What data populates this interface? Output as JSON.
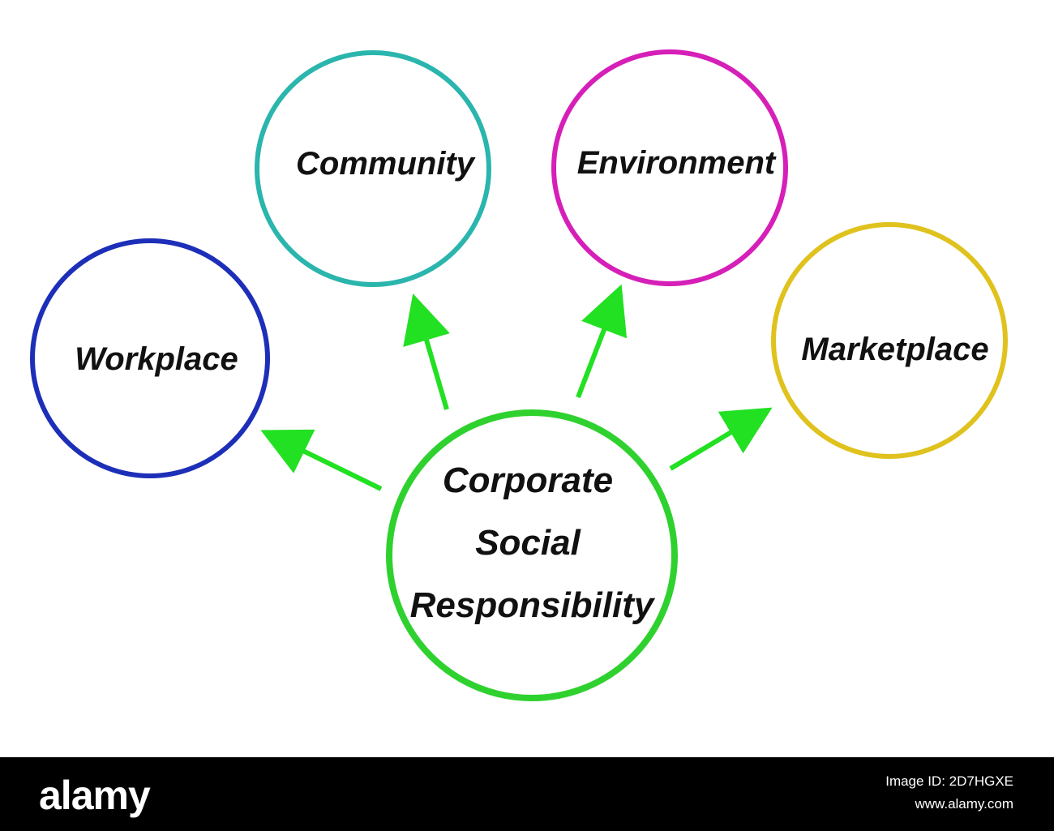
{
  "center": {
    "lines": [
      "Corporate",
      "Social",
      "Responsibility"
    ],
    "color": "#2fd12f"
  },
  "nodes": [
    {
      "id": "workplace",
      "label": "Workplace",
      "color": "#1d2fb8"
    },
    {
      "id": "community",
      "label": "Community",
      "color": "#2ab5ad"
    },
    {
      "id": "environment",
      "label": "Environment",
      "color": "#d61fb8"
    },
    {
      "id": "marketplace",
      "label": "Marketplace",
      "color": "#e0c21e"
    }
  ],
  "arrow_color": "#22e022",
  "footer": {
    "logo": "alamy",
    "image_id": "Image ID: 2D7HGXE",
    "site": "www.alamy.com"
  }
}
